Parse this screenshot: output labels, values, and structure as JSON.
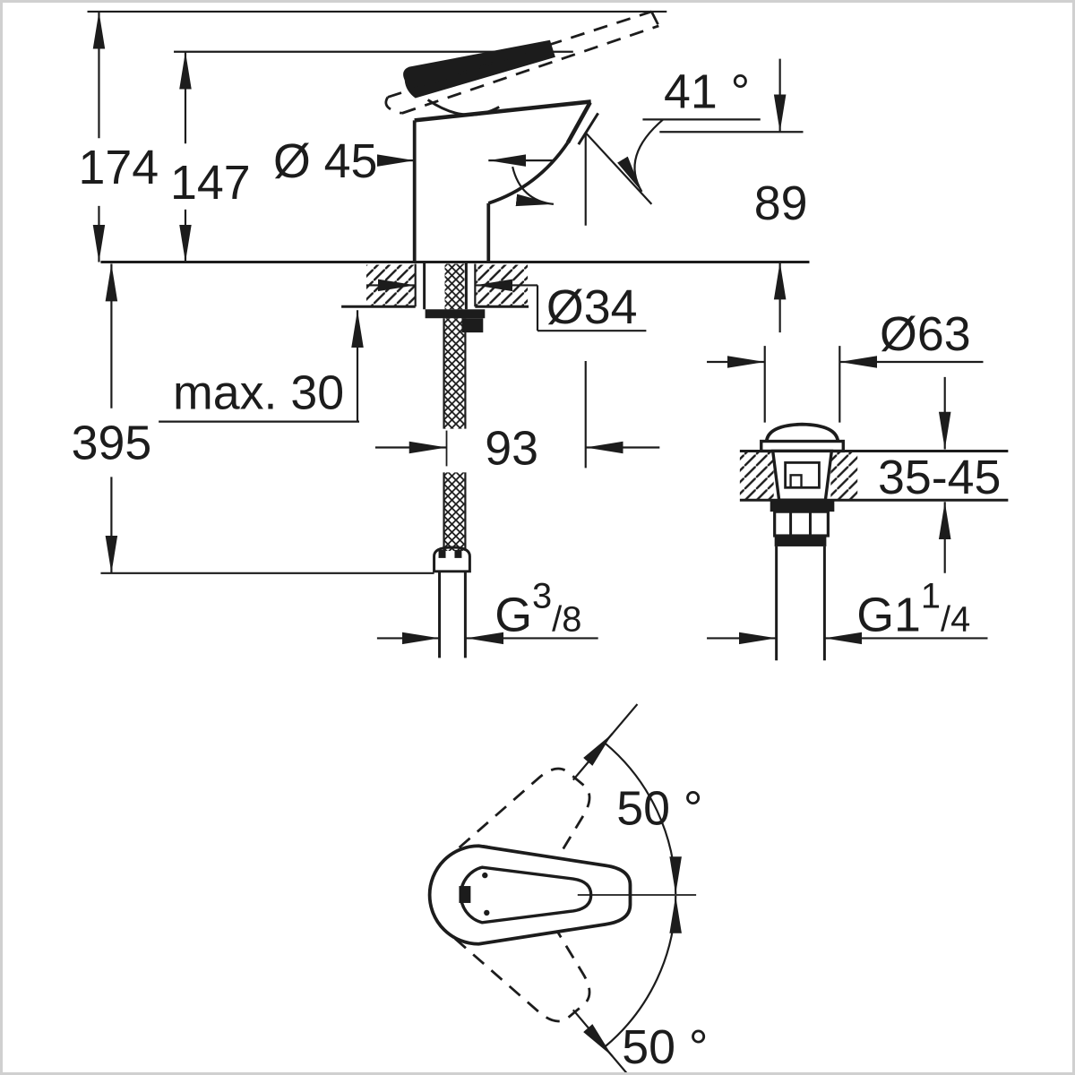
{
  "style": {
    "ink": "#1c1c1c",
    "background": "#ffffff",
    "frame_border": "#d0d0d0"
  },
  "main_view": {
    "overall_height": "174",
    "height_to_lever": "147",
    "body_diameter": "Ø 45",
    "lever_open_angle": "41 °",
    "spout_outlet_height": "89",
    "mounting_hole_diameter": "Ø34",
    "max_deck_thickness": "max. 30",
    "hose_length": "395",
    "spout_reach": "93",
    "supply_thread": {
      "prefix": "G",
      "numerator": "3",
      "denominator": "/8"
    }
  },
  "waste_view": {
    "flange_diameter": "Ø63",
    "deck_thickness_range": "35-45",
    "waste_thread": {
      "prefix": "G1",
      "numerator": "1",
      "denominator": "/4"
    }
  },
  "top_view": {
    "swivel_angle_upper": "50 °",
    "swivel_angle_lower": "50 °"
  }
}
